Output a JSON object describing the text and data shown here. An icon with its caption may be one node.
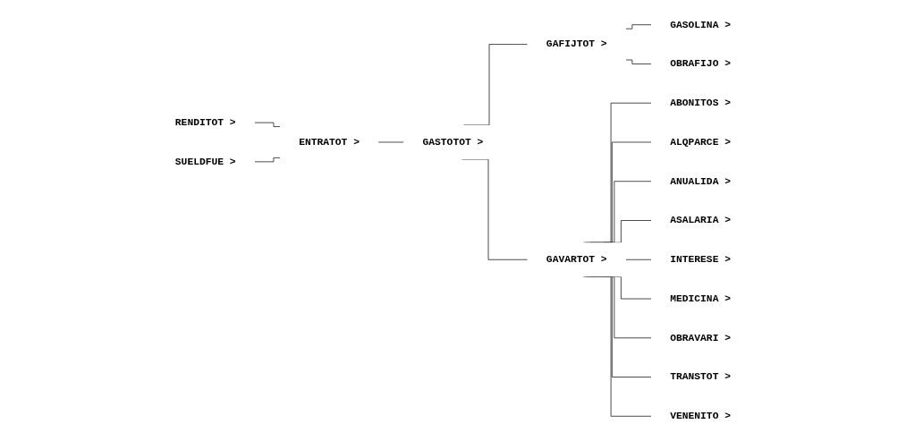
{
  "diagram": {
    "nodes": [
      {
        "text": [
          "RENDITOT >"
        ]
      },
      {
        "text": [
          "SUELDFUE >"
        ]
      },
      {
        "text": [
          "ENTRATOT >"
        ]
      },
      {
        "text": [
          "GASTOTOT >"
        ]
      },
      {
        "text": [
          "GAFIJTOT >"
        ]
      },
      {
        "text": [
          "GAVARTOT >"
        ]
      },
      {
        "text": [
          "GASOLINA >"
        ]
      },
      {
        "text": [
          "OBRAFIJO >"
        ]
      },
      {
        "text": [
          "ABONITOS >"
        ]
      },
      {
        "text": [
          "ALQPARCE >"
        ]
      },
      {
        "text": [
          "ANUALIDA >"
        ]
      },
      {
        "text": [
          "ASALARIA >"
        ]
      },
      {
        "text": [
          "INTERESE >"
        ]
      },
      {
        "text": [
          "MEDICINA >"
        ]
      },
      {
        "text": [
          "OBRAVARI >"
        ]
      },
      {
        "text": [
          "TRANSTOT >"
        ]
      },
      {
        "text": [
          "VENENITO >"
        ]
      }
    ],
    "edges": [
      {
        "from": 0,
        "to": 2,
        "arrow": "none"
      },
      {
        "from": 1,
        "to": 2,
        "arrow": "none"
      },
      {
        "from": 2,
        "to": 3,
        "arrow": "none"
      },
      {
        "from": 3,
        "to": 4,
        "arrow": "none"
      },
      {
        "from": 3,
        "to": 5,
        "arrow": "none"
      },
      {
        "from": 4,
        "to": 6,
        "arrow": "none"
      },
      {
        "from": 4,
        "to": 7,
        "arrow": "none"
      },
      {
        "from": 5,
        "to": 8,
        "arrow": "none"
      },
      {
        "from": 5,
        "to": 9,
        "arrow": "none"
      },
      {
        "from": 5,
        "to": 10,
        "arrow": "none"
      },
      {
        "from": 5,
        "to": 11,
        "arrow": "none"
      },
      {
        "from": 5,
        "to": 12,
        "arrow": "none"
      },
      {
        "from": 5,
        "to": 13,
        "arrow": "none"
      },
      {
        "from": 5,
        "to": 14,
        "arrow": "none"
      },
      {
        "from": 5,
        "to": 15,
        "arrow": "none"
      },
      {
        "from": 5,
        "to": 16,
        "arrow": "none"
      }
    ]
  }
}
